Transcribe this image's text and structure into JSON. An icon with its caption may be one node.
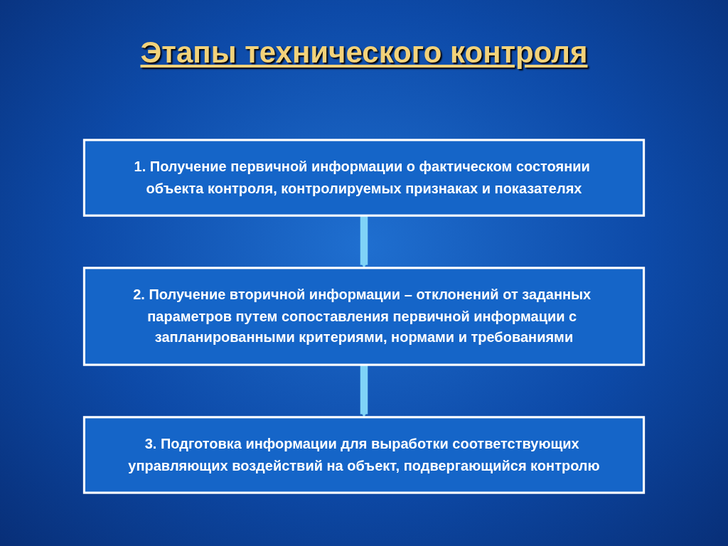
{
  "diagram": {
    "title": "Этапы технического контроля",
    "nodes": [
      {
        "text": [
          "1. Получение первичной информации о фактическом состоянии объекта контроля, контролируемых признаках и показателях"
        ]
      },
      {
        "text": [
          "2. Получение вторичной информации – отклонений от заданных параметров путем сопоставления первичной информации с запланированными критериями, нормами и требованиями"
        ]
      },
      {
        "text": [
          "3. Подготовка информации для выработки соответствующих управляющих воздействий на объект, подвергающийся контролю"
        ]
      }
    ],
    "edges": [
      {
        "from": 0,
        "to": 1,
        "arrow": "to"
      },
      {
        "from": 1,
        "to": 2,
        "arrow": "to"
      }
    ]
  }
}
